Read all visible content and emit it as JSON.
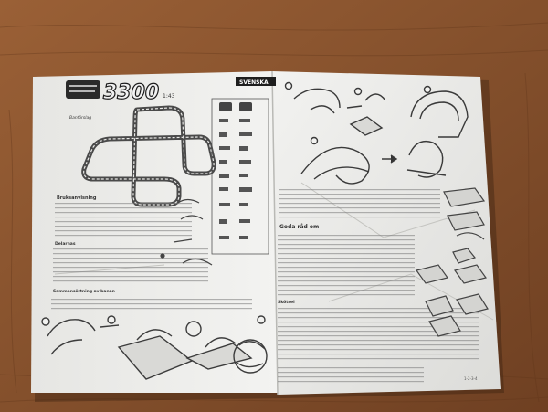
{
  "document": {
    "logo_number": "3300",
    "scale": "1:43",
    "language_header": "SVENSKA",
    "track_plan_label": "Banförslag",
    "heading_instructions": "Bruksanvisning",
    "heading_parts": "Delarnas",
    "heading_assembly": "Sammansättning av banan",
    "heading_tips": "Goda råd om",
    "heading_care": "Skötsel",
    "footer_code": "1-2-3-4"
  },
  "colors": {
    "table_wood": "#8a5530",
    "paper": "#efefed",
    "ink": "#3a3a3a",
    "header_bar": "#1e1e1e"
  }
}
